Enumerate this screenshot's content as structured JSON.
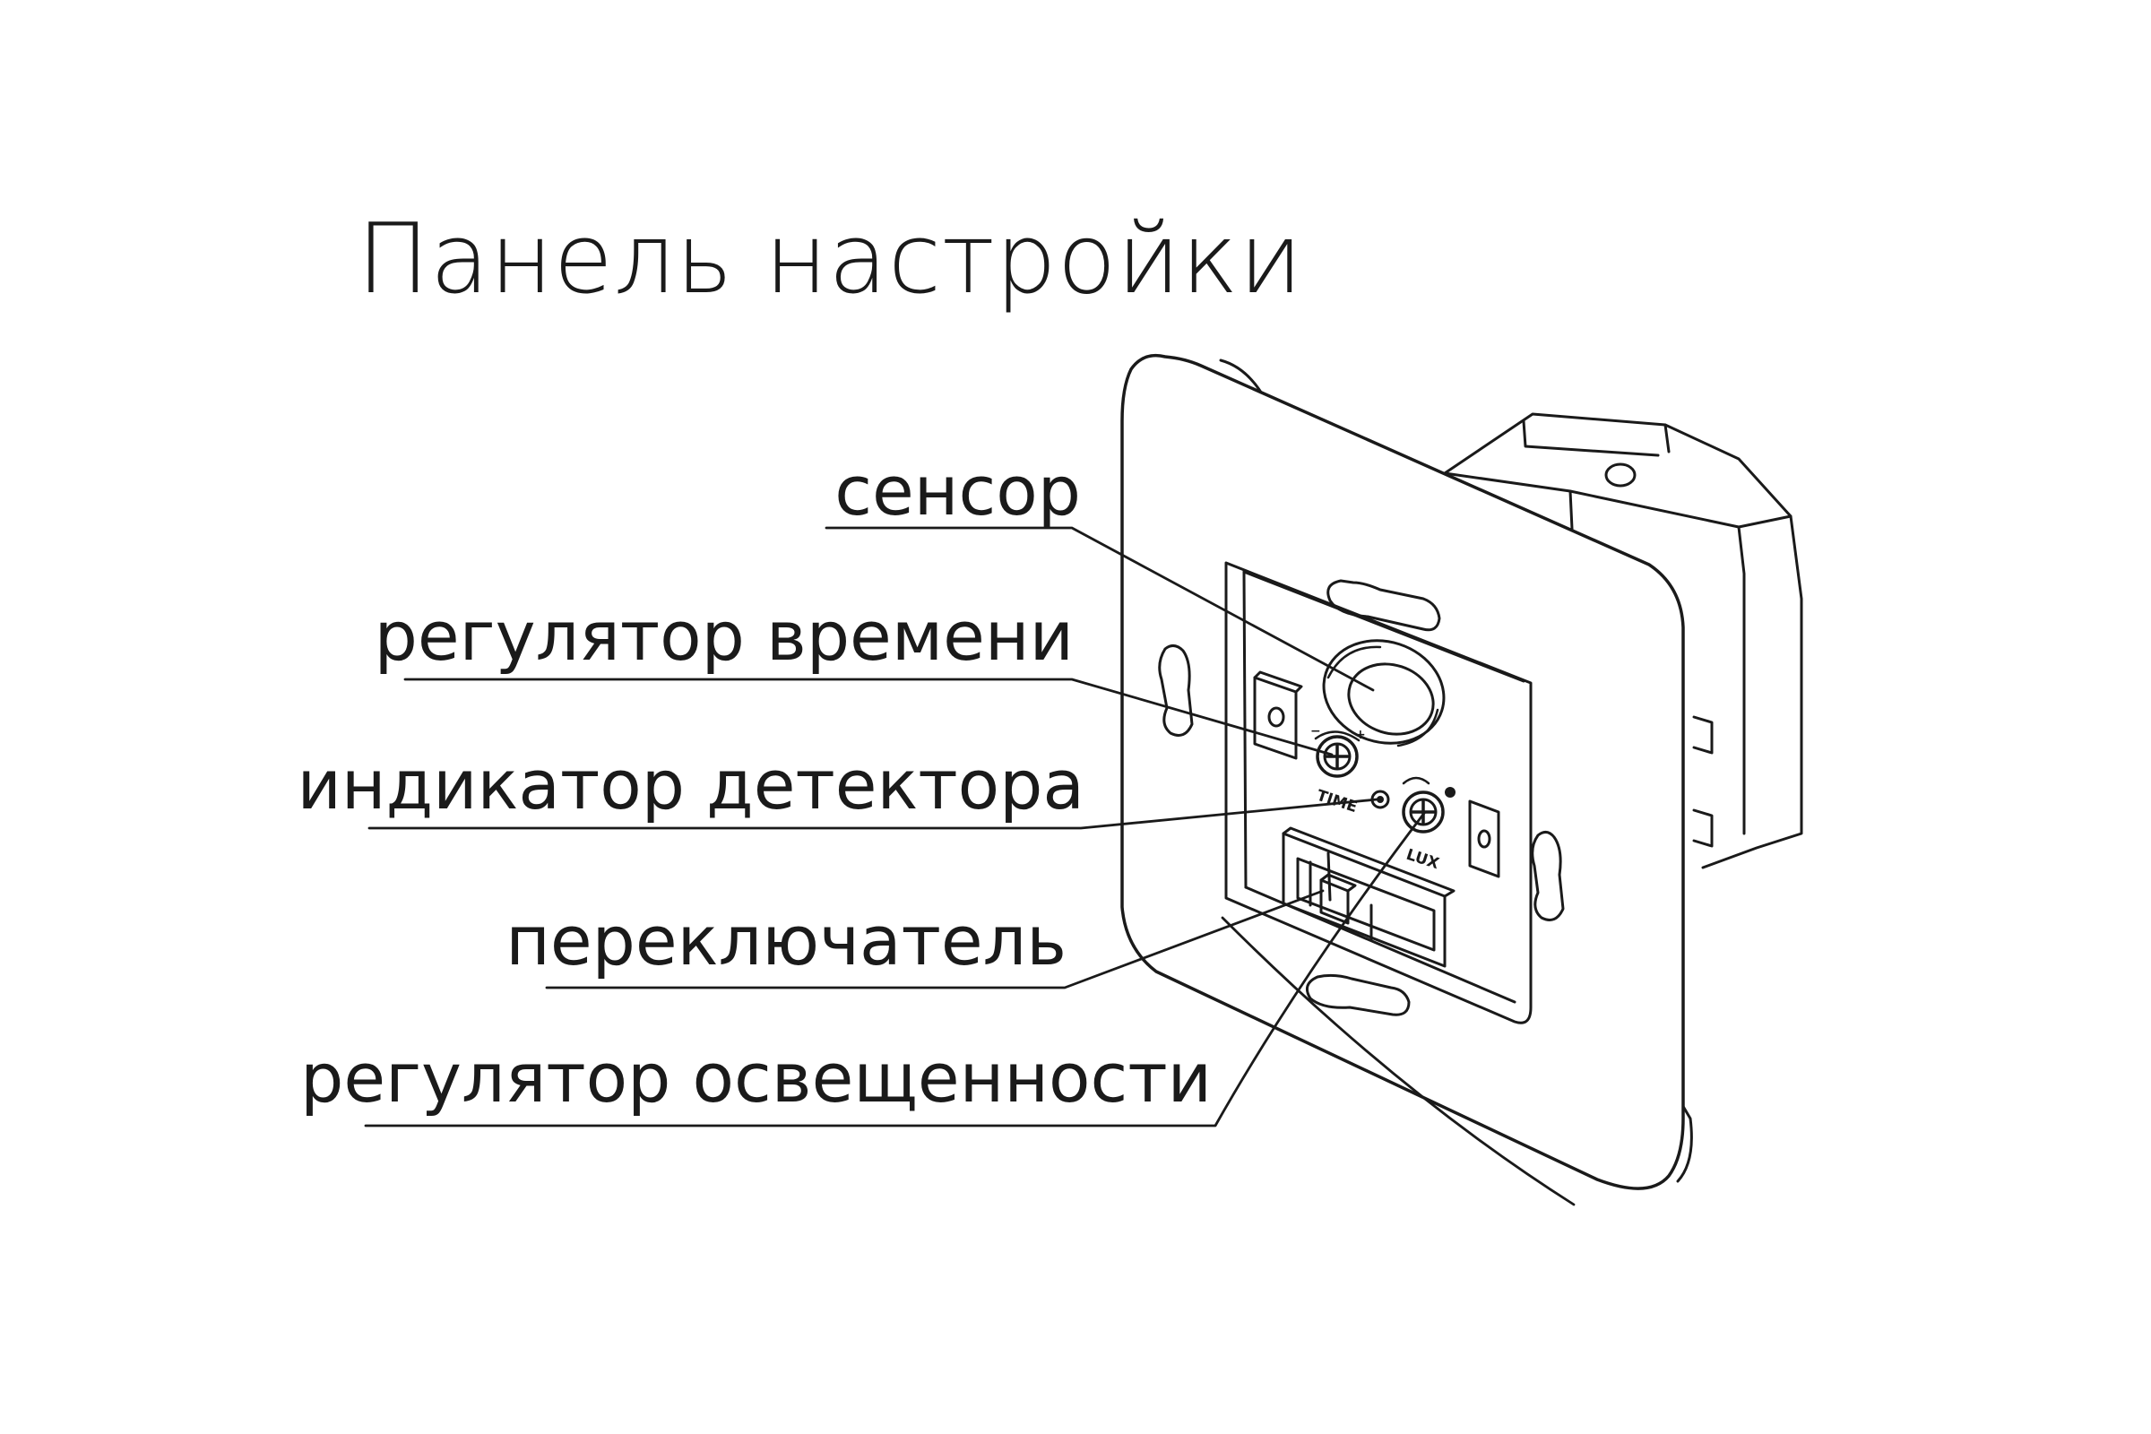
{
  "title": "Панель настройки",
  "labels": {
    "sensor": "сенсор",
    "time_regulator": "регулятор времени",
    "detector_indicator": "индикатор детектора",
    "switch": "переключатель",
    "lux_regulator": "регулятор освещенности"
  },
  "device_markings": {
    "time": "TIME",
    "lux": "LUX",
    "minus": "−",
    "plus": "+"
  }
}
